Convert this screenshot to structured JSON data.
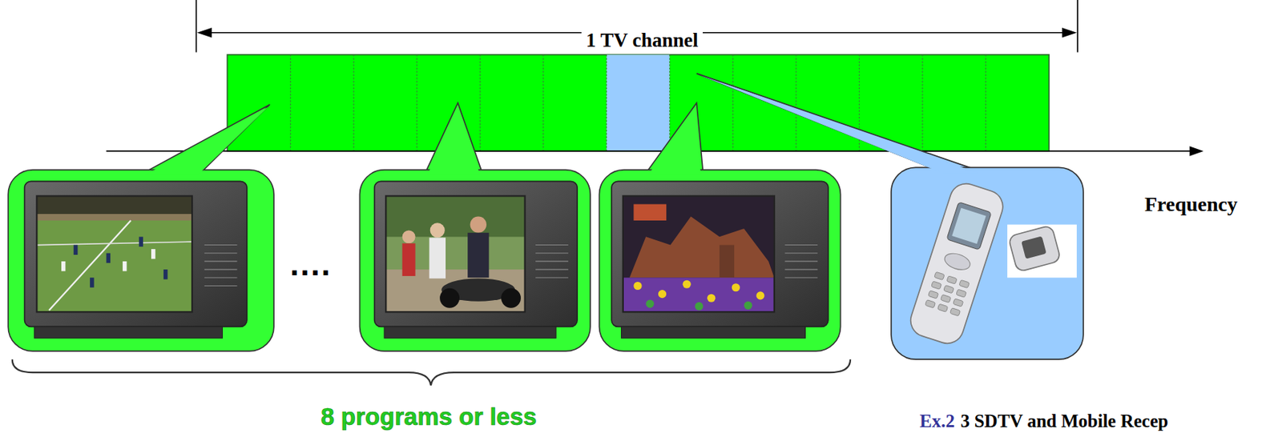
{
  "diagram": {
    "labels": [
      "1 TV channel",
      "Frequency",
      "....",
      "8 programs or less",
      "Ex.2",
      "3 SDTV and Mobile Recep"
    ]
  }
}
